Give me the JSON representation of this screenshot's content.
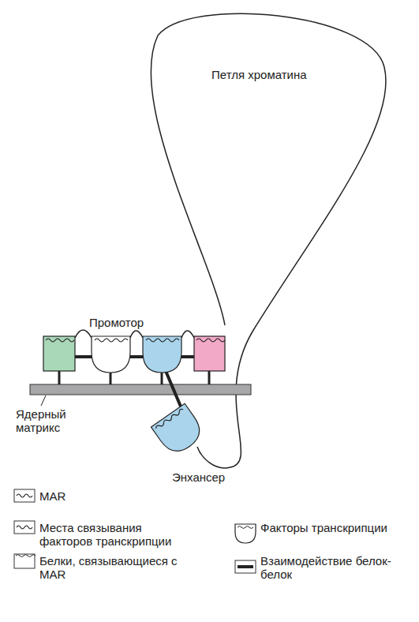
{
  "diagram": {
    "labels": [
      "Петля хроматина",
      "Промотор",
      "Ядерный матрикс",
      "Энхансер"
    ],
    "legend": [
      {
        "text": "MAR"
      },
      {
        "text": "Места связывания факторов транскрипции"
      },
      {
        "text": "Белки, связывающиеся с MAR"
      },
      {
        "text": "Факторы транскрипции"
      },
      {
        "text": "Взаимодействие белок-белок"
      }
    ]
  }
}
